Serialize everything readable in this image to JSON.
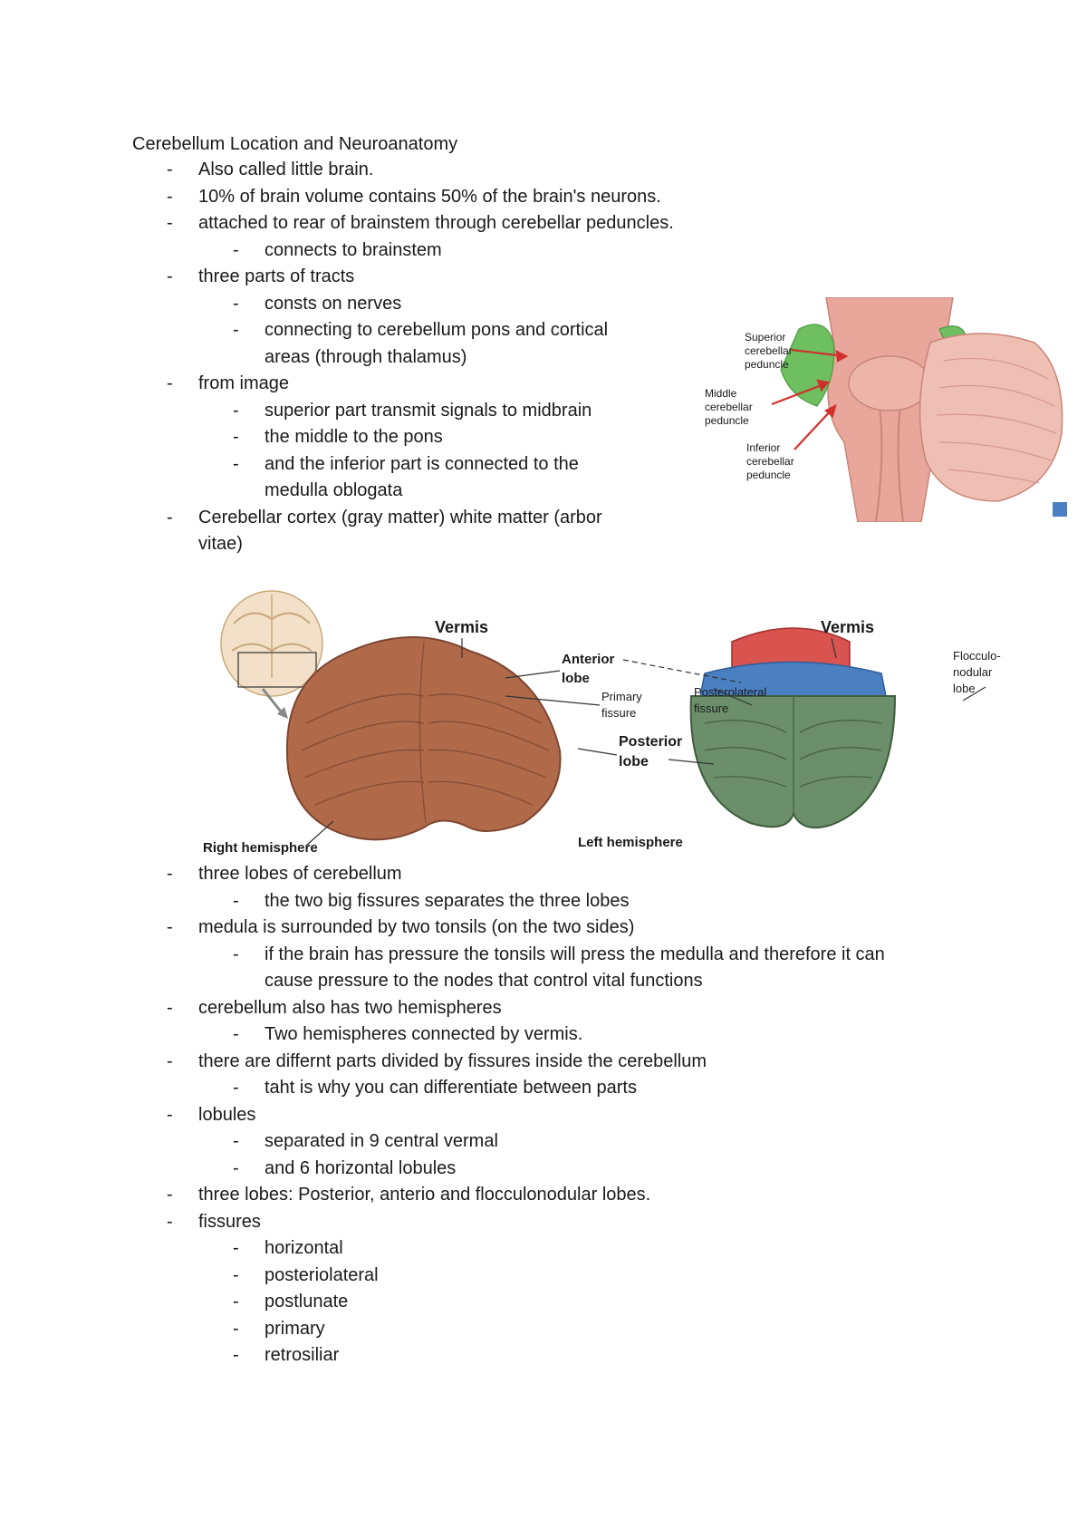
{
  "title": "Cerebellum Location and Neuroanatomy",
  "section1": [
    {
      "text": "Also called little brain.",
      "level": 1
    },
    {
      "text": "10% of brain volume contains 50% of the brain's neurons.",
      "level": 1
    },
    {
      "text": "attached to rear of brainstem through cerebellar peduncles.",
      "level": 1
    },
    {
      "text": "connects to brainstem",
      "level": 2
    },
    {
      "text": "three parts of tracts",
      "level": 1
    },
    {
      "text": "consts on nerves",
      "level": 2
    },
    {
      "text": "connecting to cerebellum pons and cortical",
      "level": 2
    },
    {
      "text": "areas (through thalamus)",
      "level": 2,
      "cont": true
    },
    {
      "text": "from image",
      "level": 1
    },
    {
      "text": "superior part transmit signals to midbrain",
      "level": 2
    },
    {
      "text": "the middle to the pons",
      "level": 2
    },
    {
      "text": "and the inferior part is connected to the",
      "level": 2
    },
    {
      "text": "medulla oblogata",
      "level": 2,
      "cont": true
    },
    {
      "text": "Cerebellar cortex (gray matter) white matter (arbor",
      "level": 1
    },
    {
      "text": "vitae)",
      "level": 1,
      "cont": true
    }
  ],
  "section2": [
    {
      "text": "three lobes of cerebellum",
      "level": 1
    },
    {
      "text": "the two big fissures separates the three lobes",
      "level": 2
    },
    {
      "text": "medula is surrounded by two tonsils (on the two sides)",
      "level": 1
    },
    {
      "text": "if the brain has pressure the tonsils will press the medulla and therefore it can",
      "level": 2
    },
    {
      "text": "cause pressure to the nodes that control vital functions",
      "level": 2,
      "cont": true
    },
    {
      "text": "cerebellum also has two hemispheres",
      "level": 1
    },
    {
      "text": "Two hemispheres connected by vermis.",
      "level": 2
    },
    {
      "text": "there are differnt parts divided by fissures inside the cerebellum",
      "level": 1
    },
    {
      "text": "taht is why you can differentiate between parts",
      "level": 2
    },
    {
      "text": "lobules",
      "level": 1
    },
    {
      "text": "separated in 9 central vermal",
      "level": 2
    },
    {
      "text": "and 6 horizontal lobules",
      "level": 2
    },
    {
      "text": "three lobes: Posterior, anterio and flocculonodular lobes.",
      "level": 1
    },
    {
      "text": "fissures",
      "level": 1
    },
    {
      "text": "horizontal",
      "level": 2
    },
    {
      "text": "posteriolateral",
      "level": 2
    },
    {
      "text": "postlunate",
      "level": 2
    },
    {
      "text": "primary",
      "level": 2
    },
    {
      "text": "retrosiliar",
      "level": 2
    }
  ],
  "figure_peduncles": {
    "labels": {
      "superior": [
        "Superior",
        "cerebellar",
        "peduncle"
      ],
      "middle": [
        "Middle",
        "cerebellar",
        "peduncle"
      ],
      "inferior": [
        "Inferior",
        "cerebellar",
        "peduncle"
      ]
    },
    "colors": {
      "tissue": "#e8a79a",
      "highlight": "#6dbf5f",
      "arrow": "#d0312d"
    }
  },
  "figure_lobes": {
    "labels": {
      "vermis_left": "Vermis",
      "anterior": [
        "Anterior",
        "lobe"
      ],
      "primary": [
        "Primary",
        "fissure"
      ],
      "posterior": [
        "Posterior",
        "lobe"
      ],
      "right_hemisphere": "Right hemisphere",
      "left_hemisphere": "Left hemisphere",
      "vermis_right": "Vermis",
      "posterolateral": [
        "Posterolateral",
        "fissure"
      ],
      "flocculo": [
        "Flocculo-",
        "nodular",
        "lobe"
      ]
    },
    "colors": {
      "cerebellum": "#b06a4a",
      "anterior": "#d9534f",
      "nodular": "#4a7fc1",
      "posterior": "#6b8f6a"
    }
  }
}
